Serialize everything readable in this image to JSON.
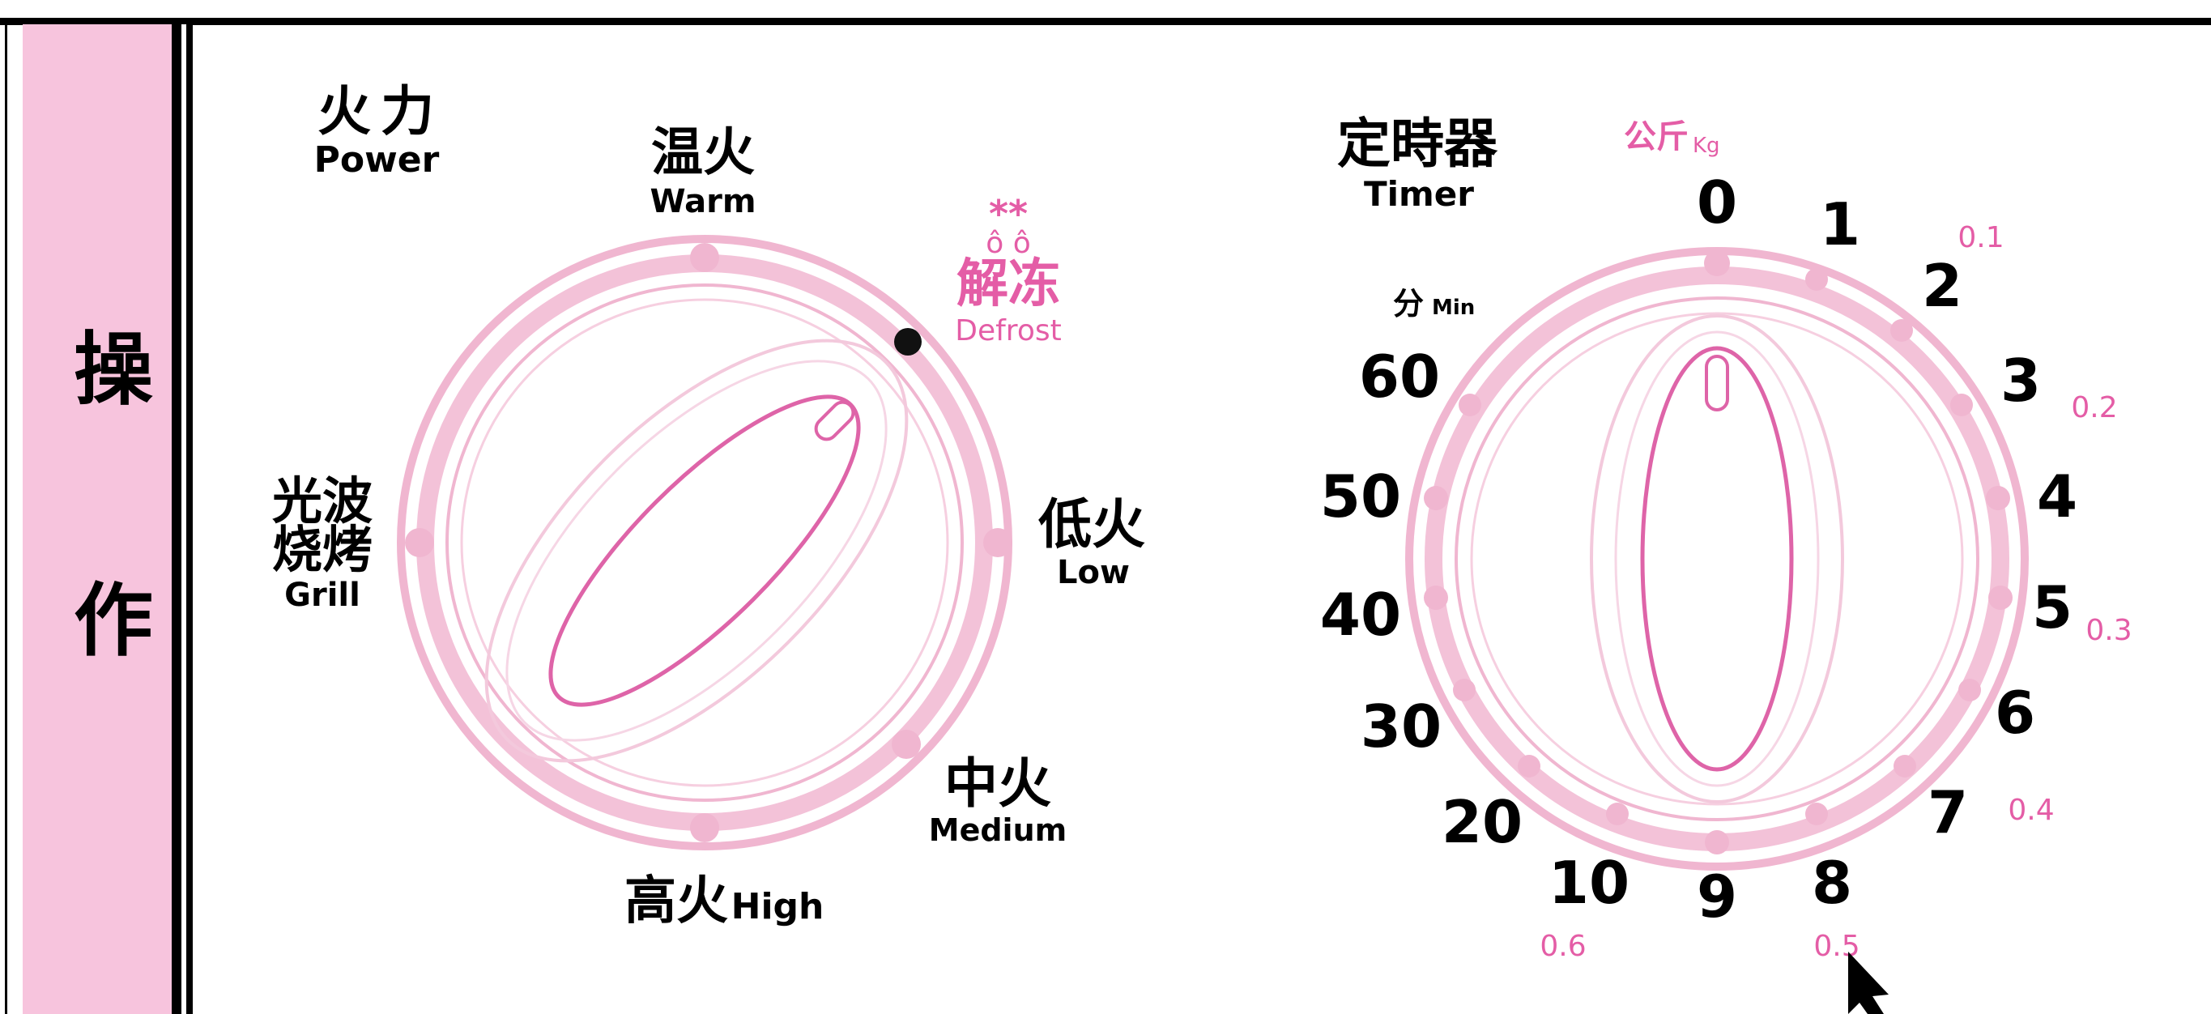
{
  "panel": {
    "side_title_top": "操",
    "side_title_bottom": "作"
  },
  "power_dial": {
    "title_cn": "火力",
    "title_en": "Power",
    "settings": {
      "warm": {
        "cn": "温火",
        "en": "Warm"
      },
      "defrost": {
        "symbol": "**",
        "drops": "ô ô",
        "cn": "解冻",
        "en": "Defrost"
      },
      "low": {
        "cn": "低火",
        "en": "Low"
      },
      "medium": {
        "cn": "中火",
        "en": "Medium"
      },
      "high": {
        "cn": "高火",
        "en": "High"
      },
      "grill": {
        "cn_line1": "光波",
        "cn_line2": "烧烤",
        "en": "Grill"
      }
    }
  },
  "timer_dial": {
    "title_cn": "定時器",
    "title_en": "Timer",
    "kg_cn": "公斤",
    "kg_en": "Kg",
    "min_cn": "分",
    "min_en": "Min",
    "minute_marks": [
      "0",
      "1",
      "2",
      "3",
      "4",
      "5",
      "6",
      "7",
      "8",
      "9",
      "10",
      "20",
      "30",
      "40",
      "50",
      "60"
    ],
    "kg_marks": [
      "0.1",
      "0.2",
      "0.3",
      "0.4",
      "0.5",
      "0.6"
    ]
  },
  "colors": {
    "panel_pink": "#f7c4dd",
    "ring_pink": "#f0b6d0",
    "pointer_pink": "#de64a8",
    "label_pink": "#e45da6",
    "border_dark": "#000000"
  },
  "icons": {
    "cursor": "arrow-cursor-icon",
    "indicator": "indicator-dot-icon"
  }
}
